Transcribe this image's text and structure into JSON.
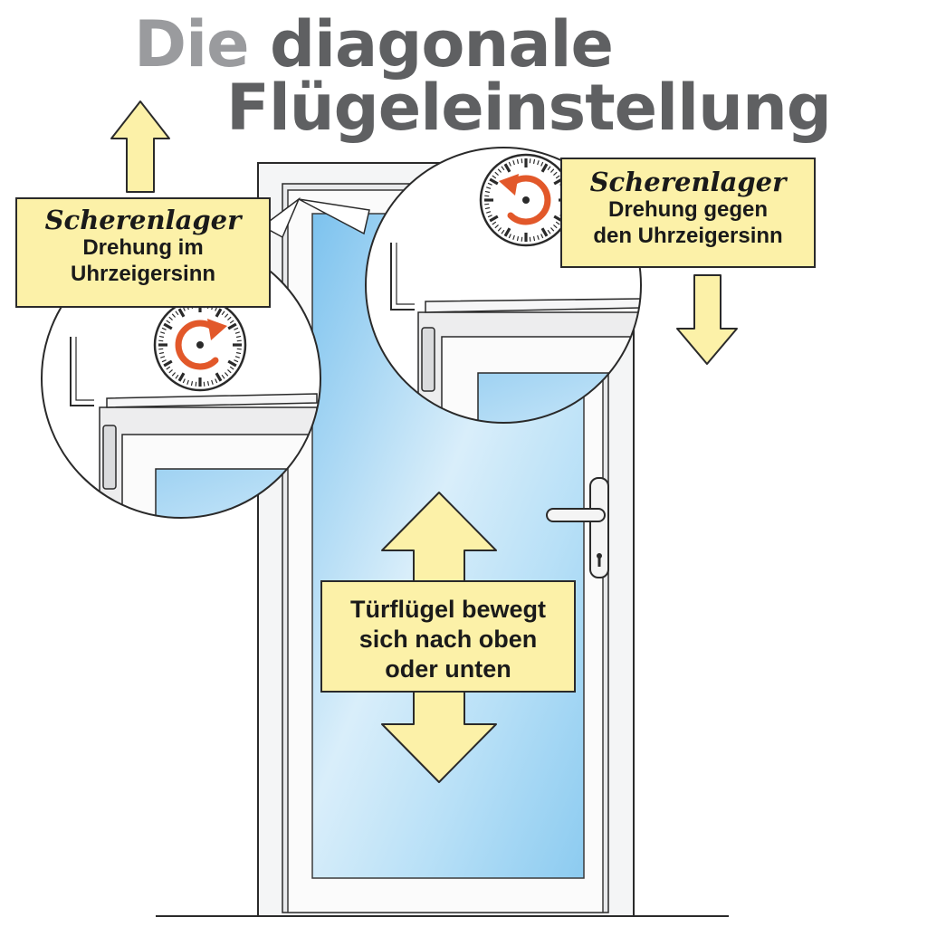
{
  "title": {
    "line1_prefix": "Die",
    "line1_main": "diagonale",
    "line2": "Flügeleinstellung"
  },
  "left_label": {
    "heading": "Scherenlager",
    "line1": "Drehung im",
    "line2": "Uhrzeigersinn"
  },
  "right_label": {
    "heading": "Scherenlager",
    "line1": "Drehung gegen",
    "line2": "den Uhrzeigersinn"
  },
  "center_label": {
    "line1": "Türflügel bewegt",
    "line2": "sich nach oben",
    "line3": "oder unten"
  },
  "colors": {
    "arrow_fill": "#fcf1a8",
    "rotation_accent": "#e2582a",
    "glass": "#9fd2f2",
    "title_dark": "#5f6062",
    "title_light": "#9a9b9e"
  },
  "icons": {
    "left_dial": "clockwise-rotation-icon",
    "right_dial": "counterclockwise-rotation-icon"
  }
}
